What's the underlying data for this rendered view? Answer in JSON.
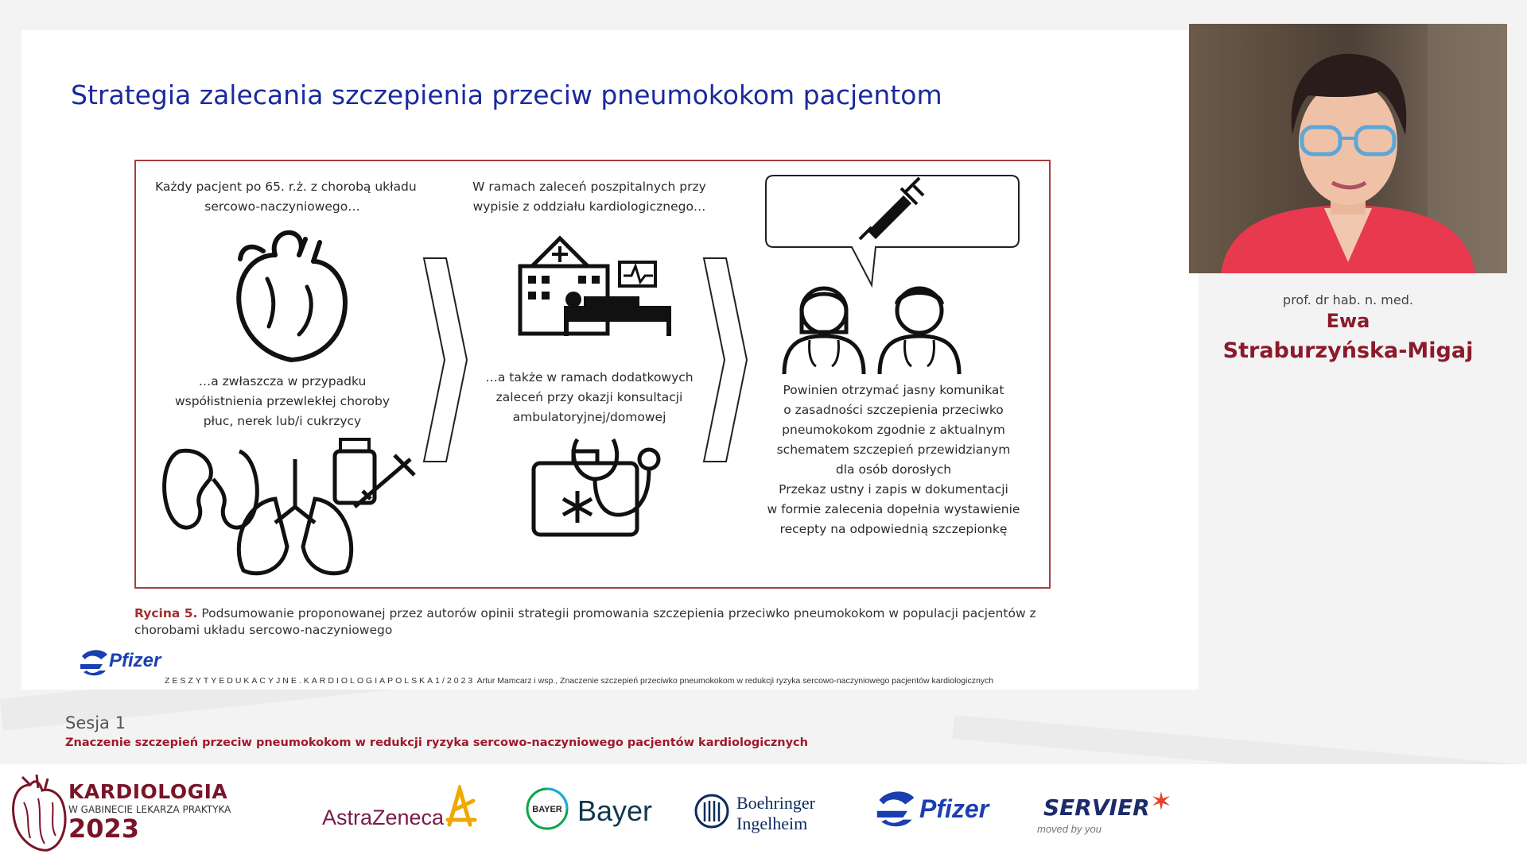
{
  "slide": {
    "title": "Strategia zalecania szczepienia przeciw pneumokokom pacjentom",
    "figure": {
      "col1_top": [
        "Każdy pacjent po 65. r.ż. z chorobą układu",
        "sercowo-naczyniowego…"
      ],
      "col1_bottom": [
        "…a zwłaszcza w przypadku",
        "współistnienia przewlekłej choroby",
        "płuc, nerek lub/i cukrzycy"
      ],
      "col2_top": [
        "W ramach zaleceń poszpitalnych przy",
        "wypisie z oddziału kardiologicznego…"
      ],
      "col2_bottom": [
        "…a także w ramach dodatkowych",
        "zaleceń przy okazji konsultacji",
        "ambulatoryjnej/domowej"
      ],
      "col3_text": [
        "Powinien otrzymać jasny komunikat",
        "o zasadności szczepienia przeciwko",
        "pneumokokom zgodnie z aktualnym",
        "schematem szczepień przewidzianym",
        "dla osób dorosłych",
        "Przekaz ustny i zapis w dokumentacji",
        "w formie zalecenia dopełnia wystawienie",
        "recepty na odpowiednią szczepionkę"
      ]
    },
    "caption_label": "Rycina 5.",
    "caption_text": " Podsumowanie proponowanej przez autorów opinii strategii promowania szczepienia przeciwko pneumokokom w populacji pacjentów z chorobami układu sercowo-naczyniowego",
    "pfizer_logo_text": "Pfizer",
    "citation_spaced": "ZESZYTYEDUKACYJNE.KARDIOLOGIAPOLSKA1/2023",
    "citation_rest": " Artur Mamcarz i wsp., Znaczenie szczepień przeciwko pneumokokom  w redukcji ryzyka sercowo-naczyniowego pacjentów  kardiologicznych"
  },
  "speaker": {
    "title": "prof. dr hab. n. med.",
    "first_name": "Ewa",
    "last_name": "Straburzyńska-Migaj"
  },
  "session": {
    "label": "Sesja 1",
    "title": "Znaczenie szczepień przeciw pneumokokom w redukcji ryzyka sercowo-naczyniowego pacjentów kardiologicznych"
  },
  "footer": {
    "event_name": "KARDIOLOGIA",
    "event_sub": "W GABINECIE LEKARZA PRAKTYKA",
    "event_year": "2023",
    "sponsors": {
      "astrazeneca": "AstraZeneca",
      "bayer": "Bayer",
      "bayer_cross": "BAYER",
      "boehringer_1": "Boehringer",
      "boehringer_2": "Ingelheim",
      "pfizer": "Pfizer",
      "servier": "SERVIER",
      "servier_tag": "moved by you"
    }
  },
  "colors": {
    "title_blue": "#1a2a9e",
    "brand_red": "#8b1a2a",
    "figure_border": "#a64040",
    "pfizer_blue": "#1a3fb0",
    "servier_navy": "#1d2b6b"
  }
}
